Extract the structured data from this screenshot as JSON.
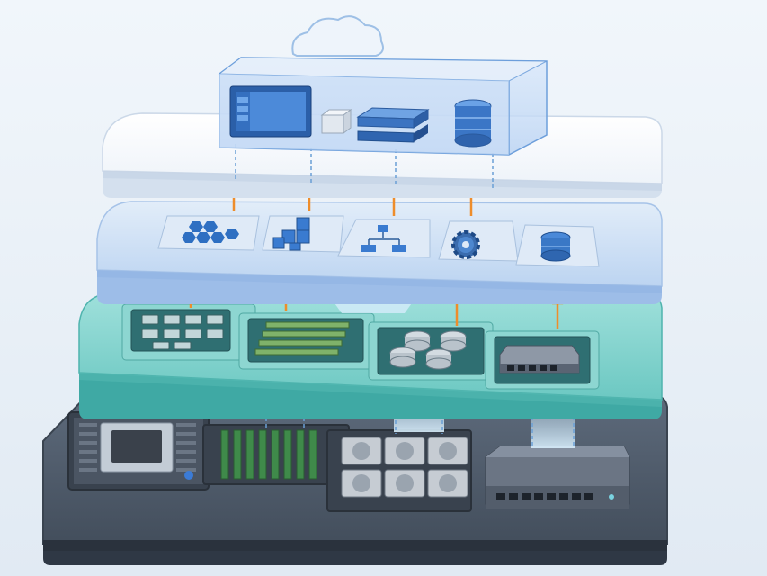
{
  "diagram": {
    "layers": [
      {
        "name": "application-layer",
        "icons": [
          "window-icon",
          "cube-icon",
          "stacked-box-icon",
          "database-icon"
        ]
      },
      {
        "name": "service-layer",
        "icons": [
          "hexagon-cluster-icon",
          "blocks-icon",
          "flowchart-icon",
          "gear-icon",
          "database-icon"
        ]
      },
      {
        "name": "virtualization-layer",
        "icons": [
          "cpu-cores-icon",
          "memory-icon",
          "storage-disks-icon",
          "network-switch-icon"
        ]
      },
      {
        "name": "hardware-layer",
        "icons": [
          "processor-chip-icon",
          "ram-modules-icon",
          "hard-drives-icon",
          "network-switch-icon"
        ]
      }
    ],
    "cloud_icon": "cloud-icon",
    "colors": {
      "background": "#eaf1f8",
      "application": "#cfe0f6",
      "platform": "#f5f8fc",
      "service": "#c3d9f4",
      "virtualization": "#7fd2cd",
      "hardware": "#4a5666",
      "arrow": "#ee8d2b",
      "connector": "#6a9fd6"
    }
  }
}
